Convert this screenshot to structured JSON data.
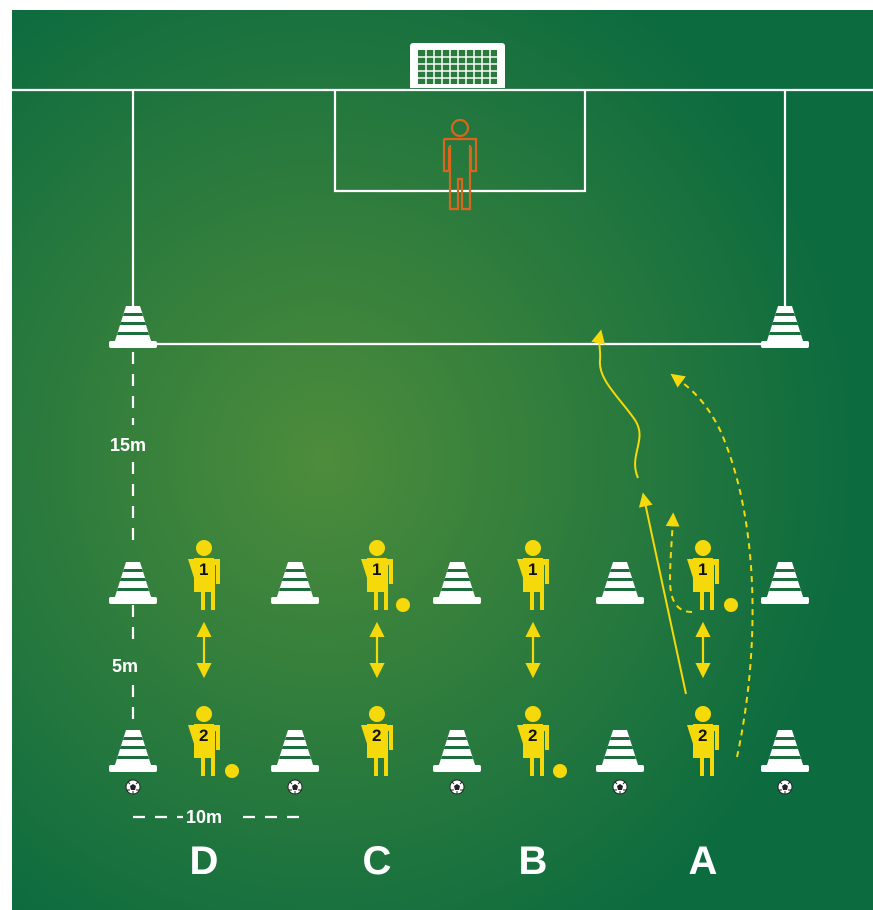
{
  "distances": {
    "d15": "15m",
    "d5": "5m",
    "d10": "10m"
  },
  "groups": [
    {
      "label": "D",
      "front": "1",
      "back": "2"
    },
    {
      "label": "C",
      "front": "1",
      "back": "2"
    },
    {
      "label": "B",
      "front": "1",
      "back": "2"
    },
    {
      "label": "A",
      "front": "1",
      "back": "2"
    }
  ],
  "colors": {
    "pitch_dark": "#0c6b3f",
    "pitch_light": "#4b8a3c",
    "player": "#f5d90a",
    "goalkeeper": "#d9661c",
    "line": "#ffffff"
  },
  "icons": {
    "goal": "goal-net-icon",
    "cone": "cone-icon",
    "ball": "soccer-ball-icon",
    "player": "player-icon",
    "goalkeeper": "goalkeeper-icon"
  }
}
